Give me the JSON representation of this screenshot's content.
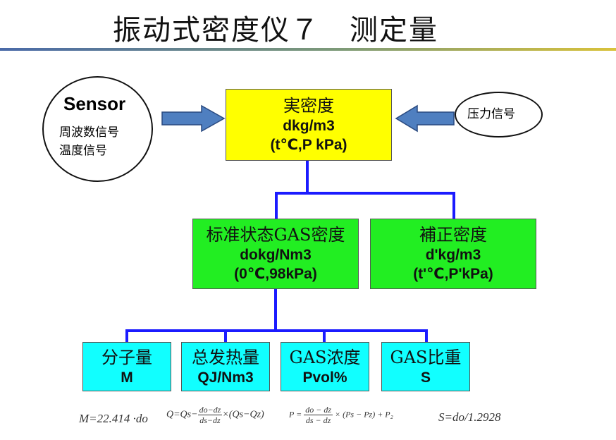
{
  "title": "振动式密度仪７　测定量",
  "sensor": {
    "title": "Sensor",
    "line1": "周波数信号",
    "line2": "温度信号"
  },
  "pressure": {
    "label": "压力信号"
  },
  "actual_density": {
    "cn": "実密度",
    "unit": "dkg/m3",
    "cond": "(t℃,P kPa)"
  },
  "standard_density": {
    "cn": "标准状态GAS密度",
    "unit": "dokg/Nm3",
    "cond": "(0℃,98kPa)"
  },
  "corrected_density": {
    "cn": "補正密度",
    "unit": "d'kg/m3",
    "cond": "(t'℃,P'kPa)"
  },
  "outputs": [
    {
      "cn": "分子量",
      "unit": "M"
    },
    {
      "cn": "总发热量",
      "unit": "QJ/Nm3"
    },
    {
      "cn": "GAS浓度",
      "unit": "Pvol%"
    },
    {
      "cn": "GAS比重",
      "unit": "S"
    }
  ],
  "formulas": {
    "m": "M=22.414 ·do",
    "q_prefix": "Q=Qs−",
    "q_num": "do−dz",
    "q_den": "ds−dz",
    "q_suffix": "×(Qs−Qz)",
    "p_prefix": "P =",
    "p_num": "do − dz",
    "p_den": "ds − dz",
    "p_suffix": "× (Ps − Pz) + P₂",
    "s": "S=do/1.2928"
  },
  "colors": {
    "yellow": "#ffff00",
    "green": "#22ee22",
    "cyan": "#11ffff",
    "connector": "#1b1bff",
    "arrow": "#4f7fc0"
  }
}
